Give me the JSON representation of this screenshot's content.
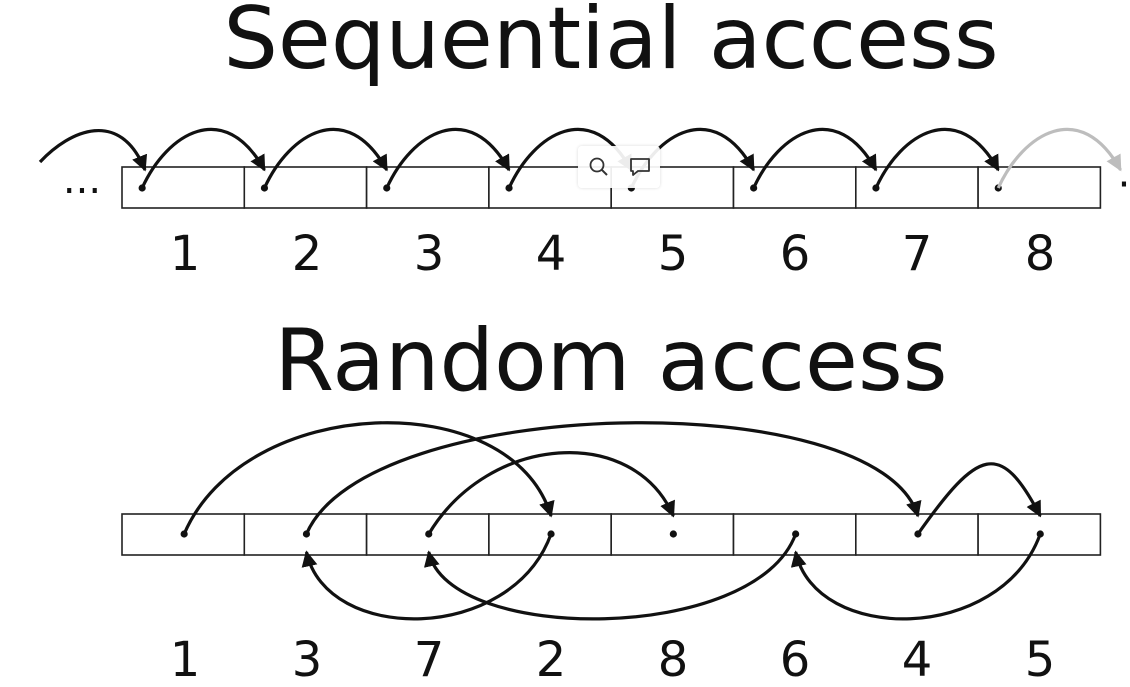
{
  "sequential": {
    "title": "Sequential access",
    "ellipsis": "...",
    "trailing_dot": "·",
    "labels": [
      "1",
      "2",
      "3",
      "4",
      "5",
      "6",
      "7",
      "8"
    ]
  },
  "random": {
    "title": "Random access",
    "labels": [
      "1",
      "3",
      "7",
      "2",
      "8",
      "6",
      "4",
      "5"
    ]
  },
  "overlay": {
    "icons": [
      "magnifier-icon",
      "comment-icon"
    ]
  },
  "colors": {
    "ink": "#111111",
    "faded": "#bdbdbd",
    "background": "#ffffff"
  }
}
